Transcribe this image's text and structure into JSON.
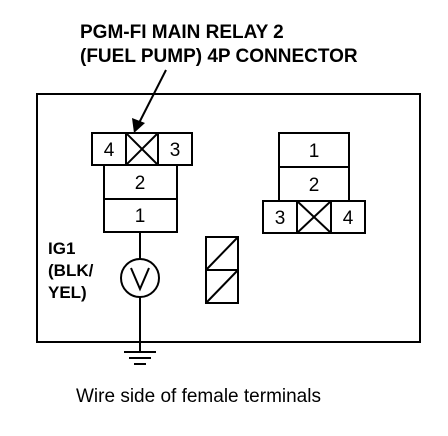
{
  "title": {
    "line1": "PGM-FI MAIN RELAY 2",
    "line2": "(FUEL PUMP) 4P CONNECTOR"
  },
  "left_connector": {
    "top_row": [
      "4",
      "",
      "3"
    ],
    "row2": "2",
    "row3": "1"
  },
  "right_connector": {
    "row1": "1",
    "row2": "2",
    "bottom_row": [
      "3",
      "",
      "4"
    ]
  },
  "meter": {
    "symbol": "V",
    "label_line1": "IG1",
    "label_line2": "(BLK/",
    "label_line3": "YEL)"
  },
  "caption": "Wire side of female terminals",
  "colors": {
    "ink": "#000000",
    "background": "#ffffff"
  }
}
